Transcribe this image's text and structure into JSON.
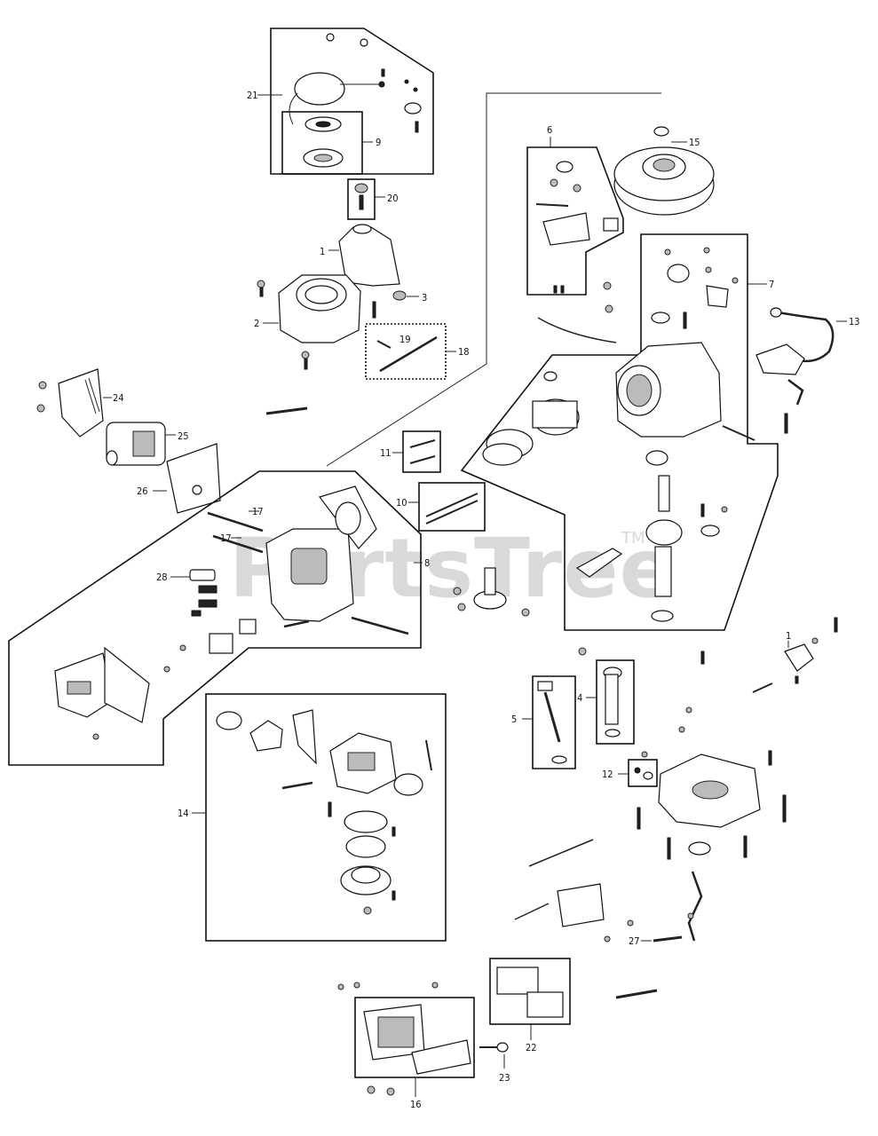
{
  "watermark": {
    "text": "PartsTree",
    "trademark": "TM"
  },
  "callouts": {
    "c1_top": "1",
    "c2": "2",
    "c3": "3",
    "c4": "4",
    "c5": "5",
    "c6_top": "6",
    "c6_head": "6",
    "c7": "7",
    "c8": "8",
    "c9": "9",
    "c10": "10",
    "c11": "11",
    "c12": "12",
    "c13": "13",
    "c14": "14",
    "c15": "15",
    "c16": "16",
    "c17_a": "17",
    "c17_b": "17",
    "c18": "18",
    "c19": "19",
    "c20": "20",
    "c21": "21",
    "c22": "22",
    "c23": "23",
    "c24": "24",
    "c25": "25",
    "c26": "26",
    "c27": "27",
    "c28": "28",
    "c1_right": "1"
  }
}
